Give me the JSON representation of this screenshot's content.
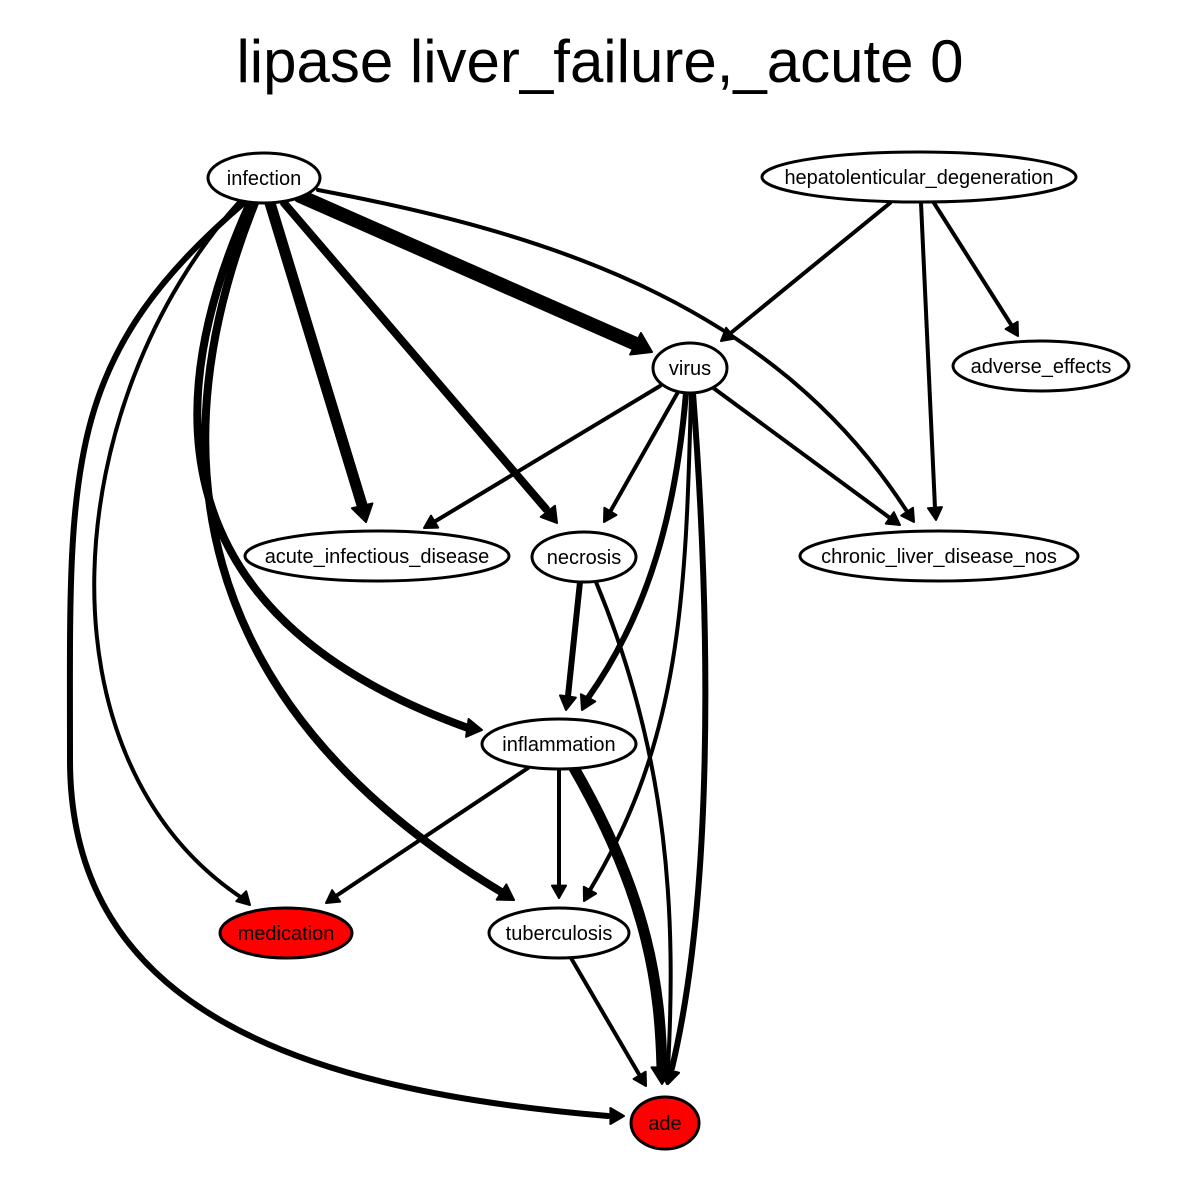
{
  "title": "lipase liver_failure,_acute 0",
  "colors": {
    "highlight": "#ff0000",
    "default_fill": "#ffffff",
    "stroke": "#000000"
  },
  "nodes": [
    {
      "id": "infection",
      "label": "infection",
      "highlight": false
    },
    {
      "id": "hepatolenticular_degeneration",
      "label": "hepatolenticular_degeneration",
      "highlight": false
    },
    {
      "id": "virus",
      "label": "virus",
      "highlight": false
    },
    {
      "id": "adverse_effects",
      "label": "adverse_effects",
      "highlight": false
    },
    {
      "id": "acute_infectious_disease",
      "label": "acute_infectious_disease",
      "highlight": false
    },
    {
      "id": "necrosis",
      "label": "necrosis",
      "highlight": false
    },
    {
      "id": "chronic_liver_disease_nos",
      "label": "chronic_liver_disease_nos",
      "highlight": false
    },
    {
      "id": "inflammation",
      "label": "inflammation",
      "highlight": false
    },
    {
      "id": "medication",
      "label": "medication",
      "highlight": true
    },
    {
      "id": "tuberculosis",
      "label": "tuberculosis",
      "highlight": false
    },
    {
      "id": "ade",
      "label": "ade",
      "highlight": true
    }
  ],
  "edges": [
    {
      "from": "infection",
      "to": "virus",
      "weight": 5
    },
    {
      "from": "infection",
      "to": "acute_infectious_disease",
      "weight": 4
    },
    {
      "from": "infection",
      "to": "necrosis",
      "weight": 3
    },
    {
      "from": "infection",
      "to": "chronic_liver_disease_nos",
      "weight": 1
    },
    {
      "from": "infection",
      "to": "inflammation",
      "weight": 3
    },
    {
      "from": "infection",
      "to": "tuberculosis",
      "weight": 3
    },
    {
      "from": "infection",
      "to": "medication",
      "weight": 1
    },
    {
      "from": "infection",
      "to": "ade",
      "weight": 2
    },
    {
      "from": "hepatolenticular_degeneration",
      "to": "virus",
      "weight": 1
    },
    {
      "from": "hepatolenticular_degeneration",
      "to": "adverse_effects",
      "weight": 1
    },
    {
      "from": "hepatolenticular_degeneration",
      "to": "chronic_liver_disease_nos",
      "weight": 1
    },
    {
      "from": "virus",
      "to": "acute_infectious_disease",
      "weight": 1
    },
    {
      "from": "virus",
      "to": "necrosis",
      "weight": 1
    },
    {
      "from": "virus",
      "to": "chronic_liver_disease_nos",
      "weight": 1
    },
    {
      "from": "virus",
      "to": "inflammation",
      "weight": 2
    },
    {
      "from": "virus",
      "to": "tuberculosis",
      "weight": 1
    },
    {
      "from": "virus",
      "to": "ade",
      "weight": 2
    },
    {
      "from": "necrosis",
      "to": "inflammation",
      "weight": 2
    },
    {
      "from": "necrosis",
      "to": "ade",
      "weight": 1
    },
    {
      "from": "inflammation",
      "to": "medication",
      "weight": 1
    },
    {
      "from": "inflammation",
      "to": "tuberculosis",
      "weight": 1
    },
    {
      "from": "inflammation",
      "to": "ade",
      "weight": 4
    },
    {
      "from": "tuberculosis",
      "to": "ade",
      "weight": 1
    }
  ]
}
